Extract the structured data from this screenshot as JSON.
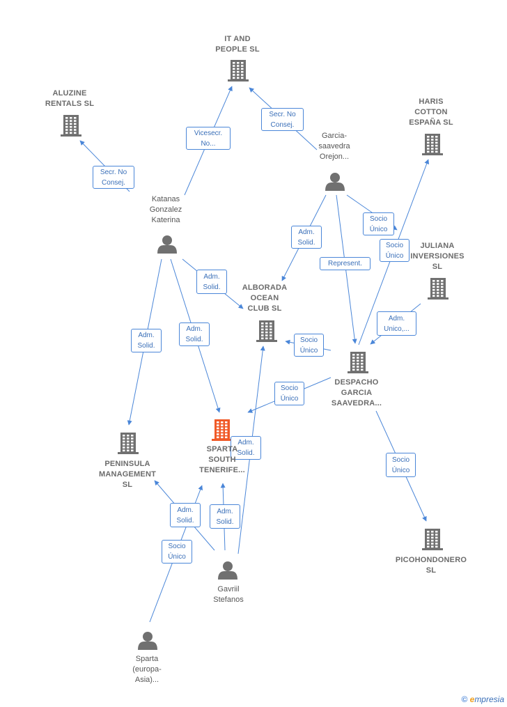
{
  "nodes": [
    {
      "id": "itpeople",
      "type": "company",
      "label": "IT AND\nPEOPLE SL"
    },
    {
      "id": "aluzine",
      "type": "company",
      "label": "ALUZINE\nRENTALS SL"
    },
    {
      "id": "haris",
      "type": "company",
      "label": "HARIS\nCOTTON\nESPAÑA  SL"
    },
    {
      "id": "juliana",
      "type": "company",
      "label": "JULIANA\nINVERSIONES\nSL"
    },
    {
      "id": "alborada",
      "type": "company",
      "label": "ALBORADA\nOCEAN\nCLUB  SL"
    },
    {
      "id": "despacho",
      "type": "company",
      "label": "DESPACHO\nGARCIA\nSAAVEDRA..."
    },
    {
      "id": "peninsula",
      "type": "company",
      "label": "PENINSULA\nMANAGEMENT\nSL"
    },
    {
      "id": "sparta_st",
      "type": "focus",
      "label": "SPARTA\nSOUTH\nTENERIFE..."
    },
    {
      "id": "picohondo",
      "type": "company",
      "label": "PICOHONDONERO\nSL"
    },
    {
      "id": "katanas",
      "type": "person",
      "label": "Katanas\nGonzalez\nKaterina"
    },
    {
      "id": "garcia",
      "type": "person",
      "label": "Garcia-\nsaavedra\nOrejon..."
    },
    {
      "id": "gavriil",
      "type": "person",
      "label": "Gavriil\nStefanos"
    },
    {
      "id": "sparta_ea",
      "type": "person",
      "label": "Sparta\n(europa-\nAsia)..."
    }
  ],
  "edges": [
    {
      "id": "e1",
      "label": "Secr.  No\nConsej."
    },
    {
      "id": "e2",
      "label": "Vicesecr.\nNo..."
    },
    {
      "id": "e3",
      "label": "Secr.  No\nConsej."
    },
    {
      "id": "e4",
      "label": "Socio\nÚnico"
    },
    {
      "id": "e5",
      "label": "Socio\nÚnico"
    },
    {
      "id": "e6",
      "label": "Adm.\nSolid."
    },
    {
      "id": "e7",
      "label": "Represent."
    },
    {
      "id": "e8",
      "label": "Adm.\nSolid."
    },
    {
      "id": "e9",
      "label": "Adm.\nUnico,..."
    },
    {
      "id": "e10",
      "label": "Socio\nÚnico"
    },
    {
      "id": "e11",
      "label": "Adm.\nSolid."
    },
    {
      "id": "e12",
      "label": "Adm.\nSolid."
    },
    {
      "id": "e13",
      "label": "Socio\nÚnico"
    },
    {
      "id": "e14",
      "label": "Adm.\nSolid."
    },
    {
      "id": "e15",
      "label": "Socio\nÚnico"
    },
    {
      "id": "e16",
      "label": "Adm.\nSolid."
    },
    {
      "id": "e17",
      "label": "Adm.\nSolid."
    },
    {
      "id": "e18",
      "label": "Socio\nÚnico"
    }
  ],
  "footer": {
    "copyright": "©",
    "brand_e": "e",
    "brand_rest": "mpresia"
  },
  "colors": {
    "company": "#707070",
    "focus": "#f05a28",
    "person": "#707070",
    "edge": "#4a86d8"
  }
}
